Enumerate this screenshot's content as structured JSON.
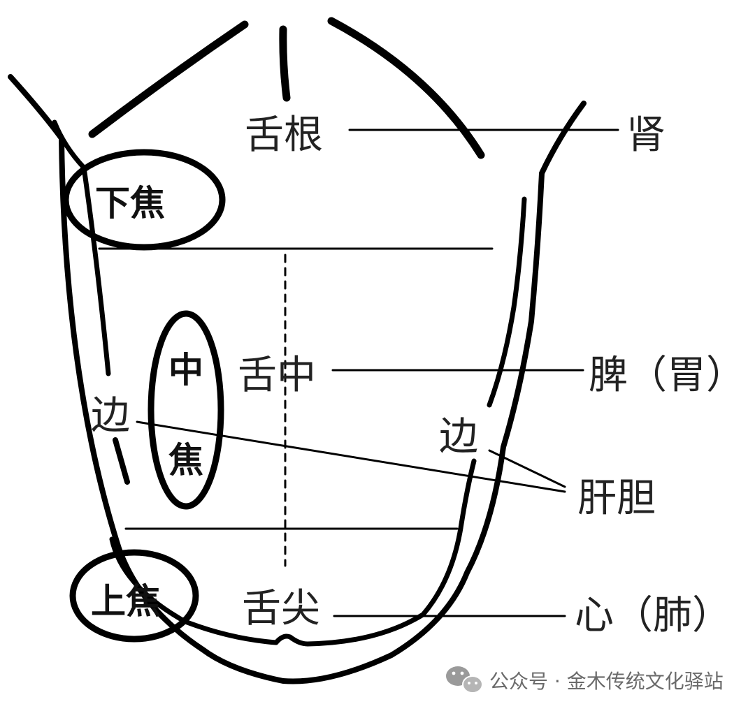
{
  "regions": {
    "root": "舌根",
    "middle": "舌中",
    "tip": "舌尖"
  },
  "organs": {
    "root": "肾",
    "middle": "脾（胃）",
    "sides": "肝胆",
    "tip": "心（肺）"
  },
  "sides": {
    "left": "边",
    "right": "边"
  },
  "burners": {
    "lower": "下焦",
    "middle_top": "中",
    "middle_bottom": "焦",
    "upper": "上焦"
  },
  "watermark": {
    "text": "公众号 · 金木传统文化驿站",
    "icon": "wechat-icon"
  }
}
